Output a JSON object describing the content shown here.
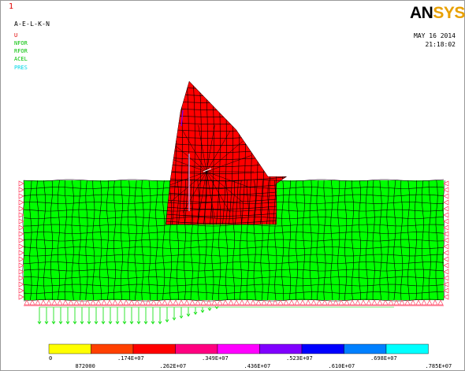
{
  "window_number": "1",
  "plot_title": "A-E-L-K-N",
  "legend": [
    {
      "text": "U",
      "color": "#e00000",
      "icon": "displacement-symbol"
    },
    {
      "text": "NFOR",
      "color": "#00c000",
      "icon": "nodal-force-symbol"
    },
    {
      "text": "RFOR",
      "color": "#00c000",
      "icon": "reaction-force-symbol"
    },
    {
      "text": "ACEL",
      "color": "#00c000",
      "icon": "acceleration-symbol"
    },
    {
      "text": "PRES",
      "color": "#00d8e8",
      "icon": "pressure-symbol"
    }
  ],
  "logo": {
    "part1": "AN",
    "part2": "SYS",
    "color1": "#000000",
    "color2": "#e8a000"
  },
  "date": "MAY 16 2014",
  "time": "21:18:02",
  "colors": {
    "dam": "#ff0000",
    "foundation": "#00ff00",
    "mesh_lines": "#000000",
    "boundary_symbols": "#ff4060",
    "pressure_arrows": "#00e000",
    "frame": "#9a9a9a"
  },
  "colorbar": {
    "colors": [
      "#ffff00",
      "#ff4000",
      "#ff0000",
      "#ff0080",
      "#ff00ff",
      "#8000ff",
      "#0000ff",
      "#0080ff",
      "#00ffff"
    ],
    "labels_top": [
      "0",
      ".174E+07",
      ".349E+07",
      ".523E+07",
      ".698E+07"
    ],
    "labels_bottom": [
      "872000",
      ".262E+07",
      ".436E+07",
      ".610E+07",
      ".785E+07"
    ]
  }
}
